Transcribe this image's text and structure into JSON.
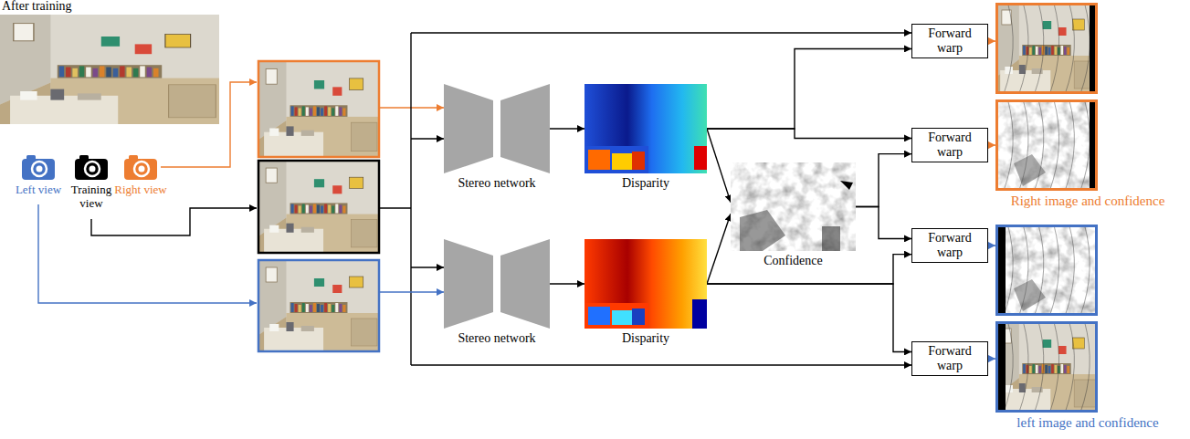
{
  "diagram": {
    "nodes": [
      {
        "text": [
          "Left view"
        ]
      },
      {
        "text": [
          "Training view"
        ]
      },
      {
        "text": [
          "Right view"
        ]
      },
      {
        "text": [
          "Stereo network"
        ]
      },
      {
        "text": [
          "Disparity"
        ]
      },
      {
        "text": [
          "Stereo network"
        ]
      },
      {
        "text": [
          "Disparity"
        ]
      },
      {
        "text": [
          "Confidence"
        ]
      },
      {
        "text": [
          "Forward warp"
        ]
      },
      {
        "text": [
          "Forward warp"
        ]
      },
      {
        "text": [
          "Forward warp"
        ]
      },
      {
        "text": [
          "Forward warp"
        ]
      },
      {
        "text": [
          "Right image and confidence"
        ]
      },
      {
        "text": [
          "left image and confidence"
        ]
      }
    ],
    "edges": [
      {
        "from": 3,
        "to": 4,
        "arrow": "to"
      },
      {
        "from": 5,
        "to": 6,
        "arrow": "to"
      },
      {
        "from": 4,
        "to": 7,
        "arrow": "to"
      },
      {
        "from": 6,
        "to": 7,
        "arrow": "to"
      },
      {
        "from": 4,
        "to": 8,
        "arrow": "to"
      },
      {
        "from": 4,
        "to": 9,
        "arrow": "to"
      },
      {
        "from": 7,
        "to": 9,
        "arrow": "to"
      },
      {
        "from": 7,
        "to": 10,
        "arrow": "to"
      },
      {
        "from": 6,
        "to": 10,
        "arrow": "to"
      },
      {
        "from": 6,
        "to": 11,
        "arrow": "to"
      },
      {
        "from": 8,
        "to": 12,
        "arrow": "to"
      },
      {
        "from": 9,
        "to": 12,
        "arrow": "to"
      },
      {
        "from": 10,
        "to": 13,
        "arrow": "to"
      },
      {
        "from": 11,
        "to": 13,
        "arrow": "to"
      }
    ],
    "labels": [
      "After training"
    ]
  }
}
